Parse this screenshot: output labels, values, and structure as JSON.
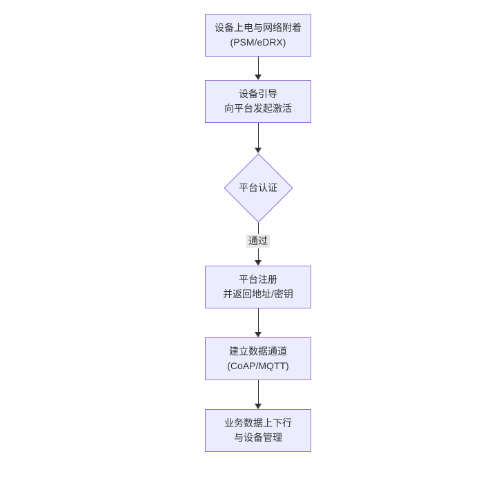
{
  "diagram": {
    "type": "flowchart",
    "direction": "top-down",
    "colors": {
      "background": "#ffffff",
      "node_fill": "#ECECFF",
      "node_border": "#9370DB",
      "text": "#333333",
      "line": "#333333",
      "edge_label_bg": "#e8e8e8"
    },
    "nodes": [
      {
        "id": "power-attach",
        "shape": "rect",
        "lines": [
          "设备上电与网络附着",
          "(PSM/eDRX)"
        ]
      },
      {
        "id": "bootstrap",
        "shape": "rect",
        "lines": [
          "设备引导",
          "向平台发起激活"
        ]
      },
      {
        "id": "platform-auth",
        "shape": "diamond",
        "lines": [
          "平台认证"
        ]
      },
      {
        "id": "register",
        "shape": "rect",
        "lines": [
          "平台注册",
          "并返回地址/密钥"
        ]
      },
      {
        "id": "data-channel",
        "shape": "rect",
        "lines": [
          "建立数据通道",
          "(CoAP/MQTT)"
        ]
      },
      {
        "id": "business-data",
        "shape": "rect",
        "lines": [
          "业务数据上下行",
          "与设备管理"
        ]
      }
    ],
    "edges": [
      {
        "from": "power-attach",
        "to": "bootstrap",
        "label": ""
      },
      {
        "from": "bootstrap",
        "to": "platform-auth",
        "label": ""
      },
      {
        "from": "platform-auth",
        "to": "register",
        "label": "通过"
      },
      {
        "from": "register",
        "to": "data-channel",
        "label": ""
      },
      {
        "from": "data-channel",
        "to": "business-data",
        "label": ""
      }
    ]
  }
}
